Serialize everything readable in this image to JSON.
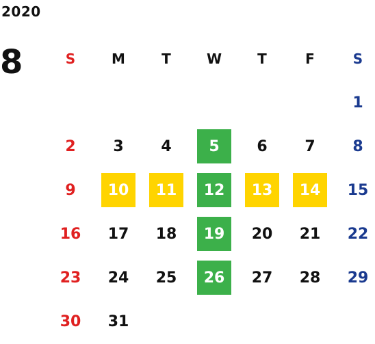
{
  "calendar": {
    "year": "2020",
    "month": "8",
    "weekday_headers": [
      "S",
      "M",
      "T",
      "W",
      "T",
      "F",
      "S"
    ],
    "colors": {
      "default_text": "#111111",
      "sunday_text": "#e02020",
      "saturday_text": "#1a3a8f",
      "highlight_text": "#ffffff",
      "green": "#3cb04a",
      "yellow": "#ffd400"
    },
    "first_weekday_index": 6,
    "days_in_month": 31,
    "highlights": {
      "5": "green",
      "10": "yellow",
      "11": "yellow",
      "12": "green",
      "13": "yellow",
      "14": "yellow",
      "19": "green",
      "26": "green"
    }
  }
}
